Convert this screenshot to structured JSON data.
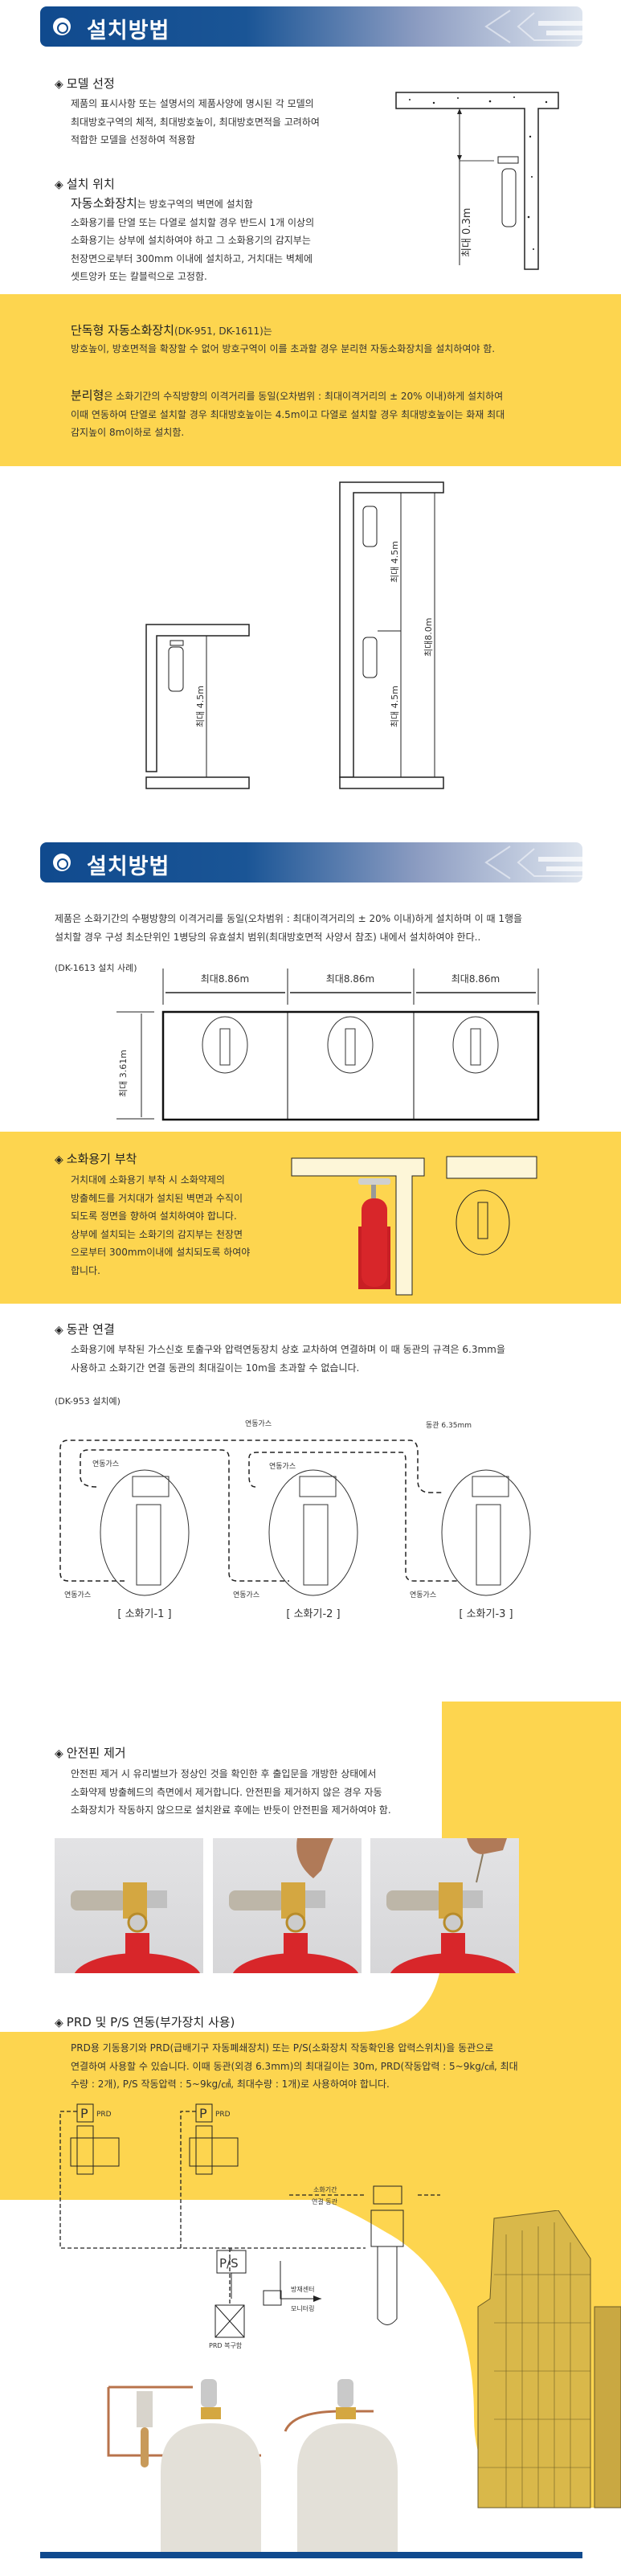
{
  "section1": {
    "header_title": "설치방법",
    "model": {
      "heading": "모델 선정",
      "lines": [
        "제품의 표시사항 또는 설명서의 제품사양에 명시된 각 모델의",
        "최대방호구역의 체적, 최대방호높이, 최대방호면적을 고려하여",
        "적합한 모델을 선정하여 적용함"
      ]
    },
    "position": {
      "heading": "설치 위치",
      "lead_bold": "자동소화장치",
      "lead_rest": "는 방호구역의 벽면에 설치함",
      "lines": [
        "소화용기를 단열 또는 다열로 설치할 경우 반드시 1개 이상의",
        "소화용기는 상부에 설치하여야 하고 그 소화용기의 감지부는",
        "천장면으로부터 300mm 이내에 설치하고, 거치대는 벽체에",
        "셋트앙카 또는 칼블럭으로 고정함."
      ]
    },
    "diagram_label": "최대 0.3m",
    "standalone": {
      "bold": "단독형 자동소화장치",
      "rest": "(DK-951, DK-1611)는",
      "line2": "방호높이, 방호면적을 확장할 수 없어 방호구역이 이를 초과할 경우 분리현 자동소화장치을 설치하여야 함."
    },
    "separate": {
      "bold": "분리형",
      "rest": "은 소화기간의 수직방향의 이격거리를 동일(오차범위 : 최대이격거리의 ± 20% 이내)하게 설치하여",
      "lines": [
        "이때 연동하여 단열로 설치할 경우 최대방호높이는 4.5m이고 다열로 설치할 경우 최대방호높이는 화재 최대",
        "감지높이 8m이하로 설치함."
      ]
    },
    "height_labels": {
      "single": "최대 4.5m",
      "upper": "최대 4.5m",
      "lower": "최대 4.5m",
      "total": "최대8.0m"
    }
  },
  "section2": {
    "header_title": "설치방법",
    "intro_lines": [
      "제품은 소화기간의 수평방향의 이격거리를 동일(오차범위 : 최대이격거리의 ± 20% 이내)하게 설치하며 이 때 1행을",
      "설치할 경우 구성 최소단위인 1병당의 유효설치 범위(최대방호면적 사양서 참조) 내에서 설치하여야 한다.."
    ],
    "example1_label": "(DK-1613 설치 사례)",
    "spacing_labels": [
      "최대8.86m",
      "최대8.86m",
      "최대8.86m"
    ],
    "depth_label": "최대 3.61m",
    "mount": {
      "heading": "소화용기 부착",
      "lines": [
        "거치대에 소화용기 부착 시 소화약제의",
        "방출헤드를 거치대가 설치된 벽면과 수직이",
        "되도록 정면을 향하여 설치하여야 합니다.",
        "상부에 설치되는 소화기의 감지부는 천장면",
        "으로부터 300mm이내에 설치되도록 하여야",
        "합니다."
      ]
    },
    "copper": {
      "heading": "동관 연결",
      "lines": [
        "소화용기에 부착된 가스신호 토출구와 압력연동장치 상호 교차하여 연결하며 이 때 동관의 규격은 6.3mm을",
        "사용하고 소화기간 연결 동관의 최대길이는 10m을 초과할 수 없습니다."
      ]
    },
    "example2_label": "(DK-953 설치예)",
    "gas_label": "연동가스",
    "pipe_label": "동관 6.35mm",
    "units": [
      "[ 소화기-1 ]",
      "[ 소화기-2 ]",
      "[ 소화기-3 ]"
    ],
    "pin": {
      "heading": "안전핀 제거",
      "lines": [
        "안전핀 제거 시 유리벌브가 정상인 것을 확인한 후 출입문을 개방한 상태에서",
        "소화약제 방출헤드의 측면에서 제거합니다. 안전핀을 제거하지 않은 경우 자동",
        "소화장치가 작동하지 않으므로 설치완료 후에는 반듯이 안전핀을 제거하여야 함."
      ]
    },
    "prd": {
      "heading": "PRD 및 P/S 연동(부가장치 사용)",
      "lines": [
        "PRD용 기동용기와 PRD(급배기구 자동폐쇄장치) 또는 P/S(소화장치 작동확인용 압력스위치)을 동관으로",
        "연결하여 사용할 수 있습니다. 이때 동관(외경 6.3mm)의 최대길이는 30m, PRD(작동압력 : 5~9kg/㎠, 최대",
        "수량 : 2개), P/S 작동압력 : 5~9kg/㎠, 최대수량 : 1개)로 사용하여야 합니다."
      ],
      "p_symbol": "P",
      "prd_label": "PRD",
      "ps_label": "P/S",
      "pipe_label_1": "소화기간",
      "pipe_label_2": "연결 동관",
      "monitor_1": "방재센터",
      "monitor_2": "모니터링",
      "reset_label": "PRD 복구함"
    }
  },
  "colors": {
    "header_blue": "#104a8e",
    "accent_yellow": "#fdd54f",
    "cylinder_red": "#d8262a"
  }
}
